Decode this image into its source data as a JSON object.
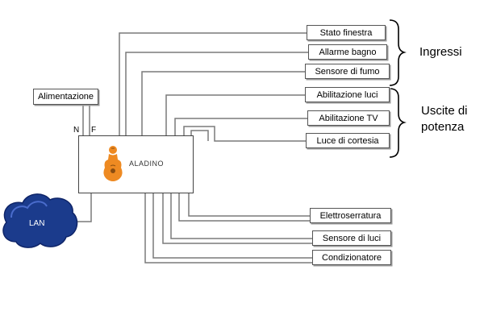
{
  "power_supply": {
    "label": "Alimentazione",
    "neutral": "N",
    "phase": "F"
  },
  "controller": {
    "name": "ALADINO"
  },
  "network": {
    "label": "LAN"
  },
  "inputs": {
    "group_label": "Ingressi",
    "items": [
      "Stato finestra",
      "Allarme bagno",
      "Sensore di fumo"
    ]
  },
  "power_outputs": {
    "group_label_line1": "Uscite di",
    "group_label_line2": "potenza",
    "items": [
      "Abilitazione luci",
      "Abilitazione TV",
      "Luce di cortesia"
    ]
  },
  "other_devices": {
    "items": [
      "Elettroserratura",
      "Sensore di luci",
      "Condizionatore"
    ]
  },
  "colors": {
    "wire": "#7a7a7a",
    "cloud": "#1b3b8c",
    "cloud_highlight": "#4a6ccc",
    "logo": "#ee8a22",
    "bracket": "#000000"
  }
}
